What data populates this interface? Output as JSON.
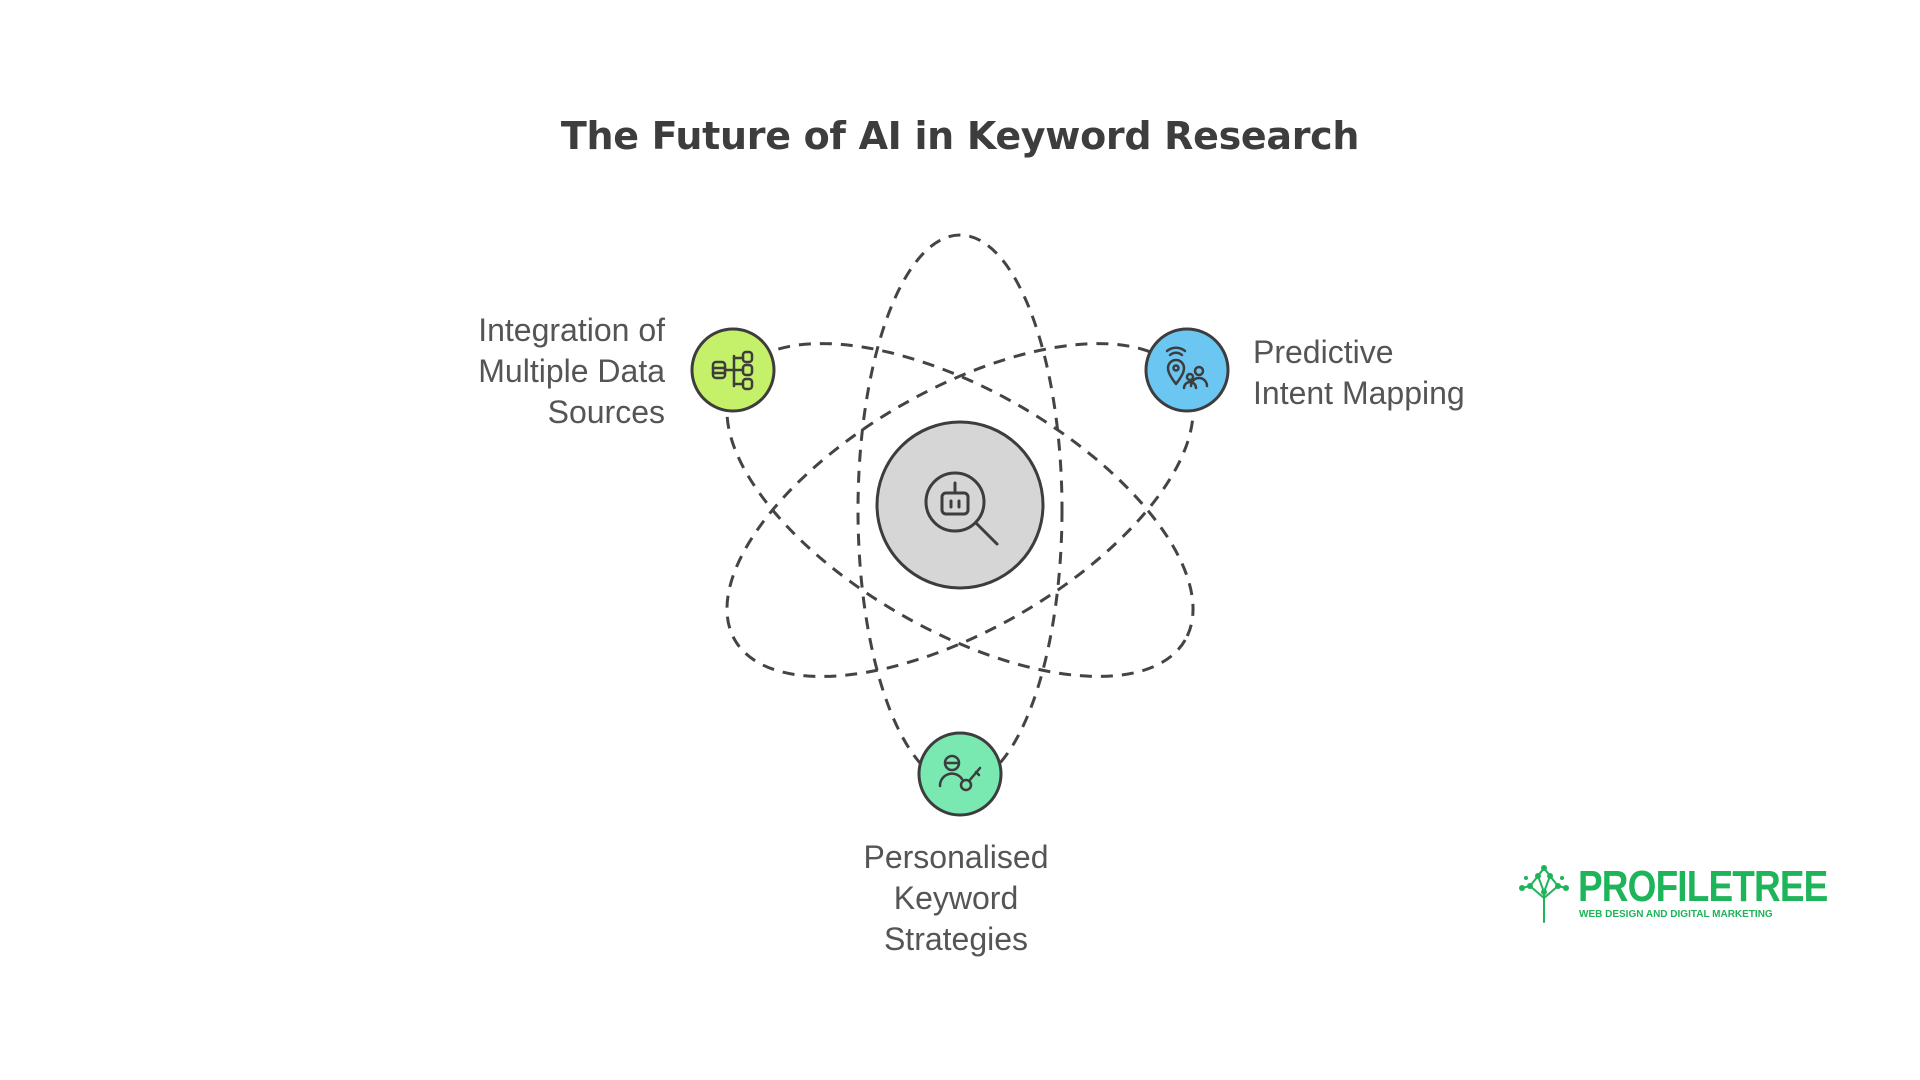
{
  "diagram": {
    "title": "The Future of AI in Keyword Research",
    "center": {
      "icon": "robot-search-icon",
      "fill": "#d6d6d6"
    },
    "nodes": [
      {
        "id": "left",
        "label": "Integration of\nMultiple Data\nSources",
        "icon": "database-hierarchy-icon",
        "fill": "#c5f06a"
      },
      {
        "id": "right",
        "label": "Predictive\nIntent Mapping",
        "icon": "location-people-icon",
        "fill": "#6cc6f2"
      },
      {
        "id": "bottom",
        "label": "Personalised\nKeyword\nStrategies",
        "icon": "user-key-icon",
        "fill": "#79e8b1"
      }
    ]
  },
  "logo": {
    "name": "PROFILETREE",
    "tagline": "WEB DESIGN AND DIGITAL MARKETING",
    "color": "#1db45a"
  }
}
